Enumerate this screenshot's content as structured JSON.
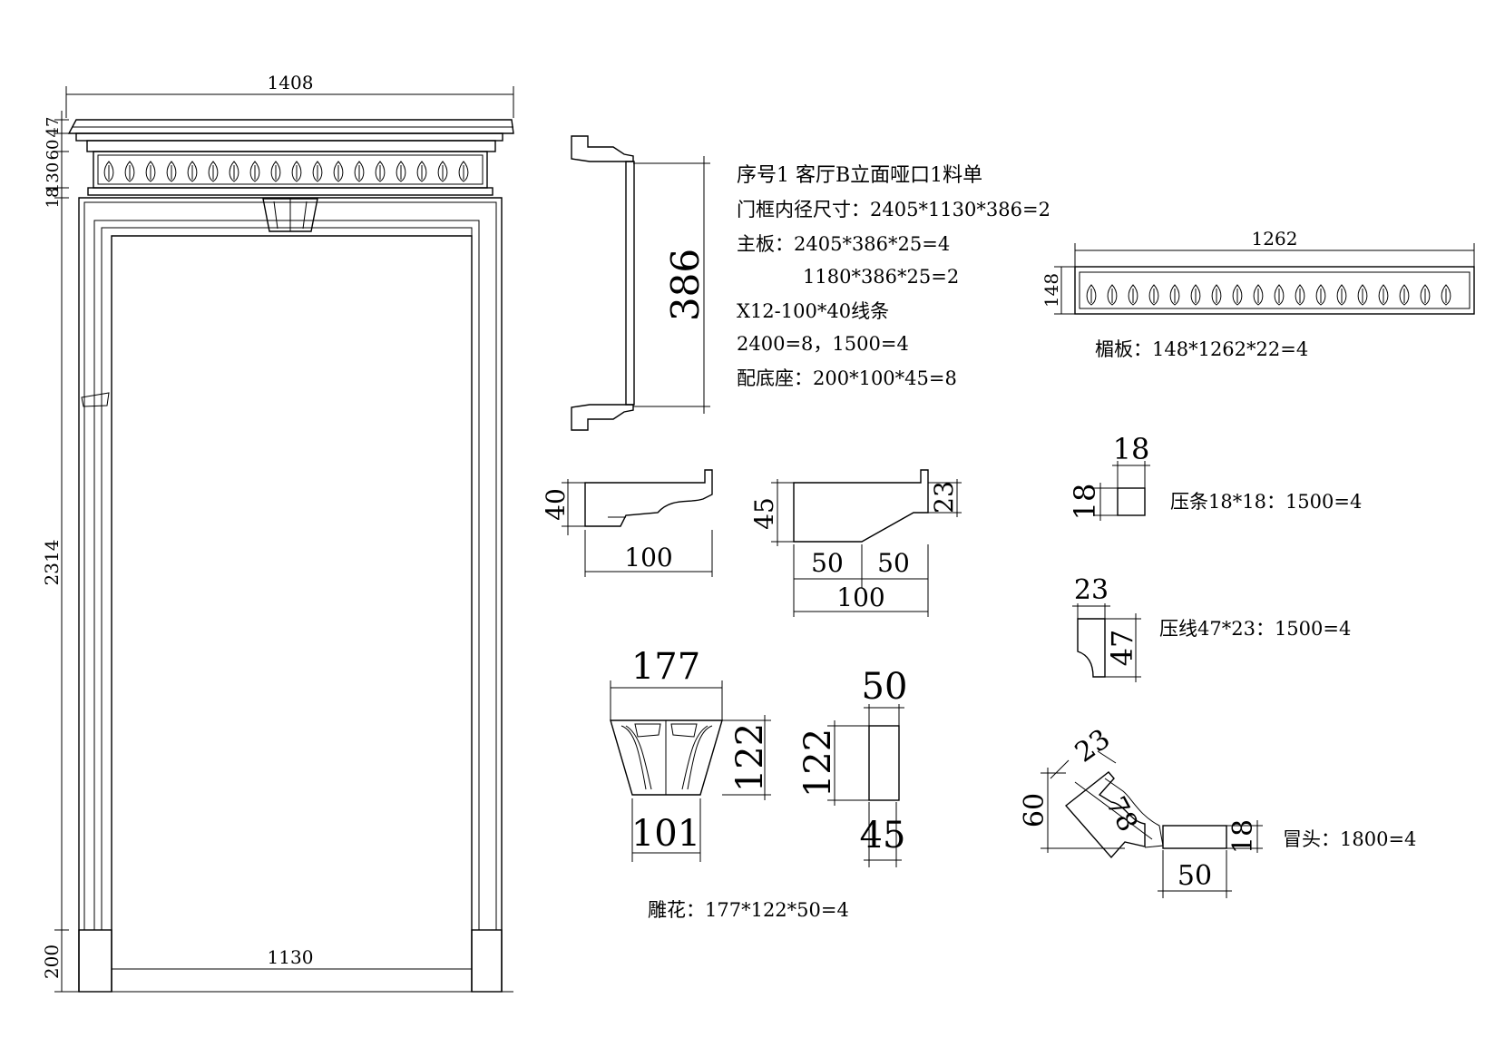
{
  "frame": {
    "width_top": "1408",
    "opening_bottom": "1130",
    "side_dims": [
      "18",
      "130",
      "47",
      "60"
    ],
    "height_main": "2314",
    "height_base": "200"
  },
  "spec": {
    "line1": "序号1    客厅B立面哑口1料单",
    "line2": "门框内径尺寸：2405*1130*386=2",
    "line3": "主板：2405*386*25=4",
    "line4": "1180*386*25=2",
    "line5": "X12-100*40线条",
    "line6": "2400=8，1500=4",
    "line7": "配底座：200*100*45=8"
  },
  "main_board": {
    "dim": "386"
  },
  "lintel": {
    "width": "1262",
    "height": "148",
    "label": "楣板：148*1262*22=4"
  },
  "molding": {
    "h": "40",
    "w": "100"
  },
  "base": {
    "h": "45",
    "h2": "23",
    "w1": "50",
    "w2": "50",
    "w": "100"
  },
  "strip": {
    "w": "18",
    "h": "18",
    "label": "压条18*18：1500=4"
  },
  "pressline": {
    "w": "23",
    "h": "47",
    "label": "压线47*23：1500=4"
  },
  "carving": {
    "top": "177",
    "h1": "122",
    "h2": "122",
    "bottom": "101",
    "top2": "50",
    "bottom2": "45",
    "label": "雕花：177*122*50=4"
  },
  "cap": {
    "d23": "23",
    "d78": "78",
    "d60": "60",
    "d18": "18",
    "d50": "50",
    "label": "冒头：1800=4"
  }
}
